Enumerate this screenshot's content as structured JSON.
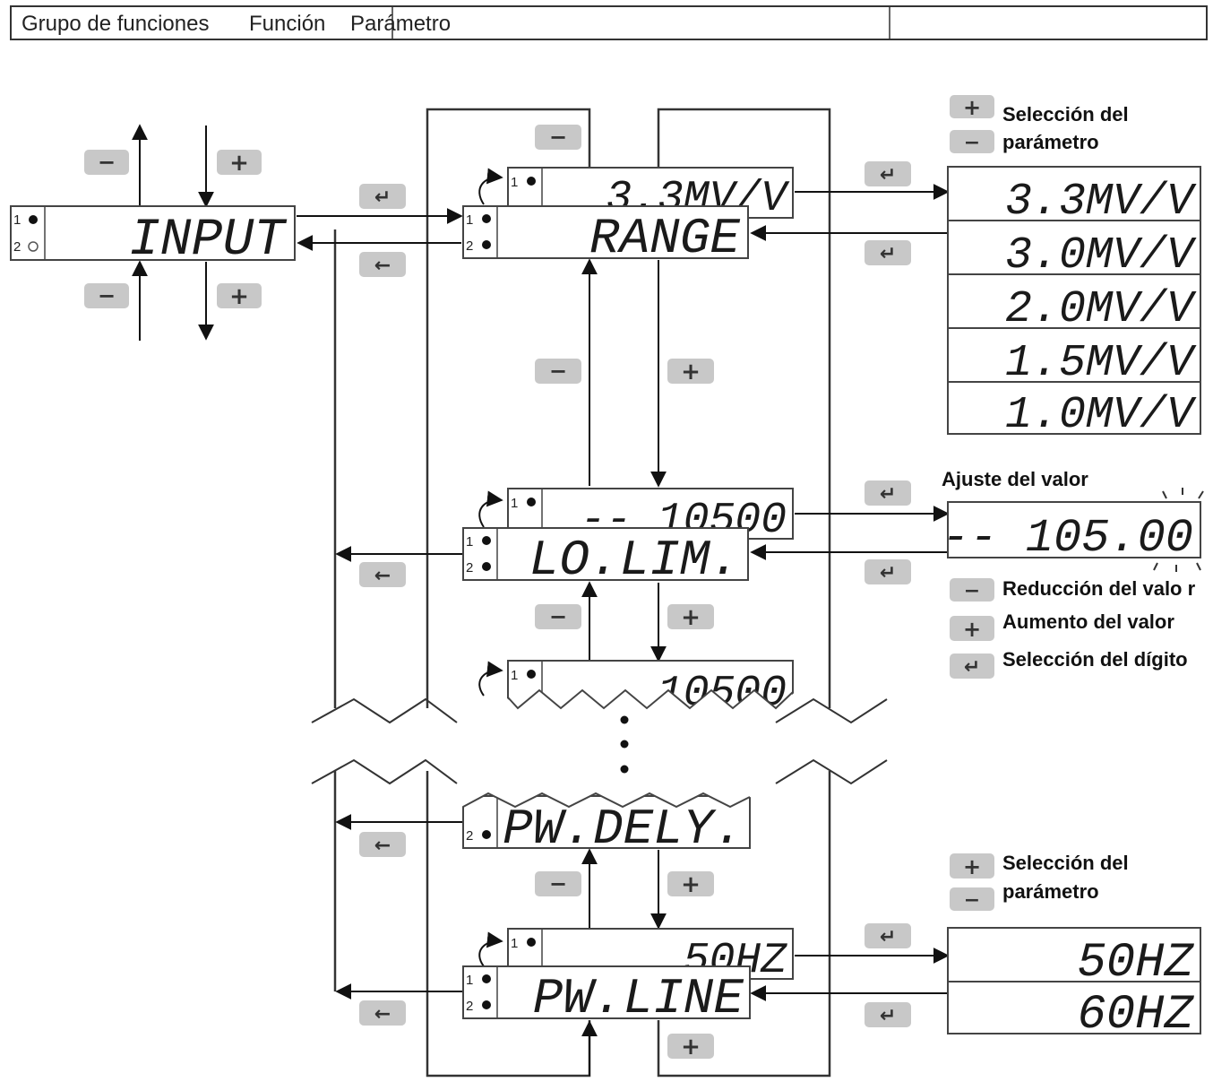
{
  "header": {
    "col_group": "Grupo de funciones",
    "col_function": "Función",
    "col_parameter": "Parámetro"
  },
  "keys": {
    "minus": "−",
    "plus": "+",
    "enter": "↵",
    "back": "←"
  },
  "indicators": {
    "one": "1",
    "two": "2"
  },
  "displays": {
    "input": "INPUT",
    "range": "RANGE",
    "range_value": "3.3MV/V",
    "lolim": "LO.LIM.",
    "lolim_value": "-- 10500",
    "next_value": "10500",
    "pwdely": "PW.DELY.",
    "pwline": "PW.LINE",
    "pwline_value": "50HZ"
  },
  "range_options": [
    "3.3MV/V",
    "3.0MV/V",
    "2.0MV/V",
    "1.5MV/V",
    "1.0MV/V"
  ],
  "freq_options": [
    "50HZ",
    "60HZ"
  ],
  "adjust_display": "-- 105.00",
  "notes": {
    "param_select_1": "Selección del",
    "param_select_2": "parámetro",
    "adjust_title": "Ajuste del valor",
    "decrease": "Reducción del valo r",
    "increase": "Aumento del valor",
    "digit_select": "Selección del dígito",
    "param_select_b1": "Selección del",
    "param_select_b2": "parámetro"
  }
}
